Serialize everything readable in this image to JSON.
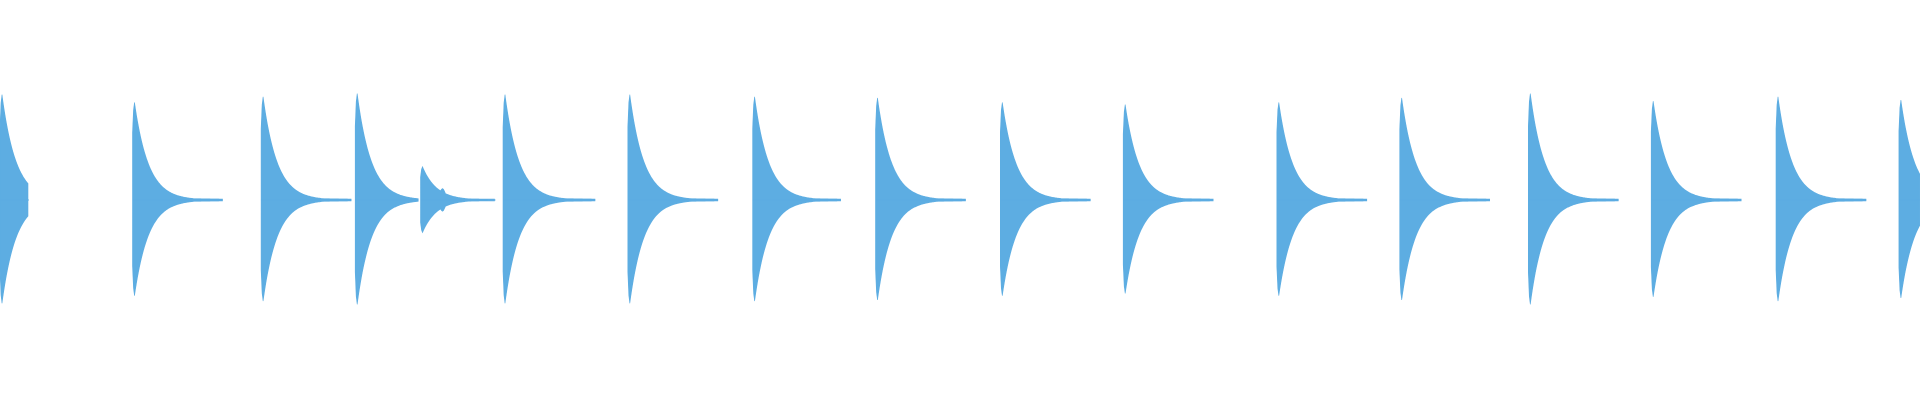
{
  "waveform": {
    "color": "#5DADE2",
    "background": "#FFFFFF",
    "hits": [
      {
        "time": 0.0,
        "amp": 0.95,
        "ring_amp": 0.03,
        "tail_end": 0.015
      },
      {
        "time": 0.069,
        "amp": 0.88,
        "ring_amp": 0.035,
        "tail_end": 0.116
      },
      {
        "time": 0.136,
        "amp": 0.93,
        "ring_amp": 0.035,
        "tail_end": 0.183
      },
      {
        "time": 0.185,
        "amp": 0.96,
        "ring_amp": 0.035,
        "tail_end": 0.218
      },
      {
        "time": 0.219,
        "amp": 0.3,
        "ring_amp": 0.03,
        "tail_end": 0.258
      },
      {
        "time": 0.262,
        "amp": 0.95,
        "ring_amp": 0.035,
        "tail_end": 0.31
      },
      {
        "time": 0.327,
        "amp": 0.95,
        "ring_amp": 0.035,
        "tail_end": 0.374
      },
      {
        "time": 0.392,
        "amp": 0.93,
        "ring_amp": 0.035,
        "tail_end": 0.438
      },
      {
        "time": 0.456,
        "amp": 0.92,
        "ring_amp": 0.035,
        "tail_end": 0.503
      },
      {
        "time": 0.521,
        "amp": 0.88,
        "ring_amp": 0.035,
        "tail_end": 0.568
      },
      {
        "time": 0.585,
        "amp": 0.86,
        "ring_amp": 0.035,
        "tail_end": 0.632
      },
      {
        "time": 0.665,
        "amp": 0.88,
        "ring_amp": 0.035,
        "tail_end": 0.712
      },
      {
        "time": 0.729,
        "amp": 0.92,
        "ring_amp": 0.035,
        "tail_end": 0.776
      },
      {
        "time": 0.796,
        "amp": 0.96,
        "ring_amp": 0.035,
        "tail_end": 0.843
      },
      {
        "time": 0.86,
        "amp": 0.89,
        "ring_amp": 0.035,
        "tail_end": 0.907
      },
      {
        "time": 0.925,
        "amp": 0.93,
        "ring_amp": 0.035,
        "tail_end": 0.972
      },
      {
        "time": 0.989,
        "amp": 0.9,
        "ring_amp": 0.035,
        "tail_end": 1.0
      }
    ]
  }
}
